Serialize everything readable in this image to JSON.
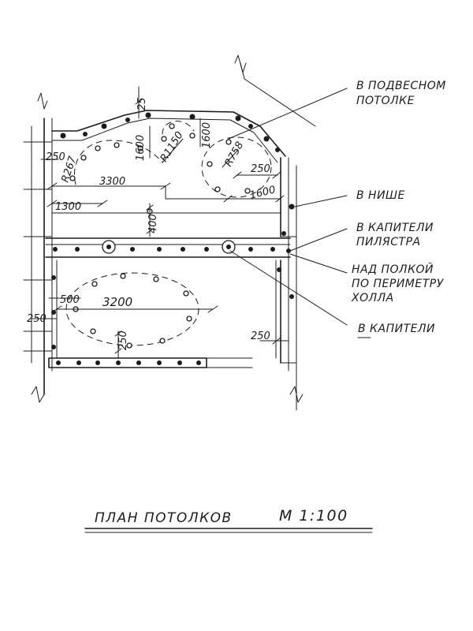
{
  "dimensions": {
    "d250_top_left": "250",
    "r267": "R267",
    "d3300": "3300",
    "d1300": "1300",
    "d25_top": "25",
    "d1600_left": "1600",
    "r1150": "R1150",
    "d1600_right": "1600",
    "r758": "R758",
    "d250_right": "250",
    "d1600_bottom": "1600",
    "d400": "400",
    "d3200": "3200",
    "d500": "500",
    "d250_left": "250",
    "d250_lower": "250",
    "d250_bottom_right": "250"
  },
  "callouts": {
    "suspended_ceiling_1": "В ПОДВЕСНОМ",
    "suspended_ceiling_2": "ПОТОЛКЕ",
    "niche": "В НИШЕ",
    "pilaster_capital_1": "В КАПИТЕЛИ",
    "pilaster_capital_2": "ПИЛЯСТРА",
    "shelf_1": "НАД ПОЛКОЙ",
    "shelf_2": "ПО ПЕРИМЕТРУ",
    "shelf_3": "ХОЛЛА",
    "capital": "В КАПИТЕЛИ"
  },
  "title": {
    "name": "ПЛАН ПОТОЛКОВ",
    "scale": "М 1:100"
  }
}
